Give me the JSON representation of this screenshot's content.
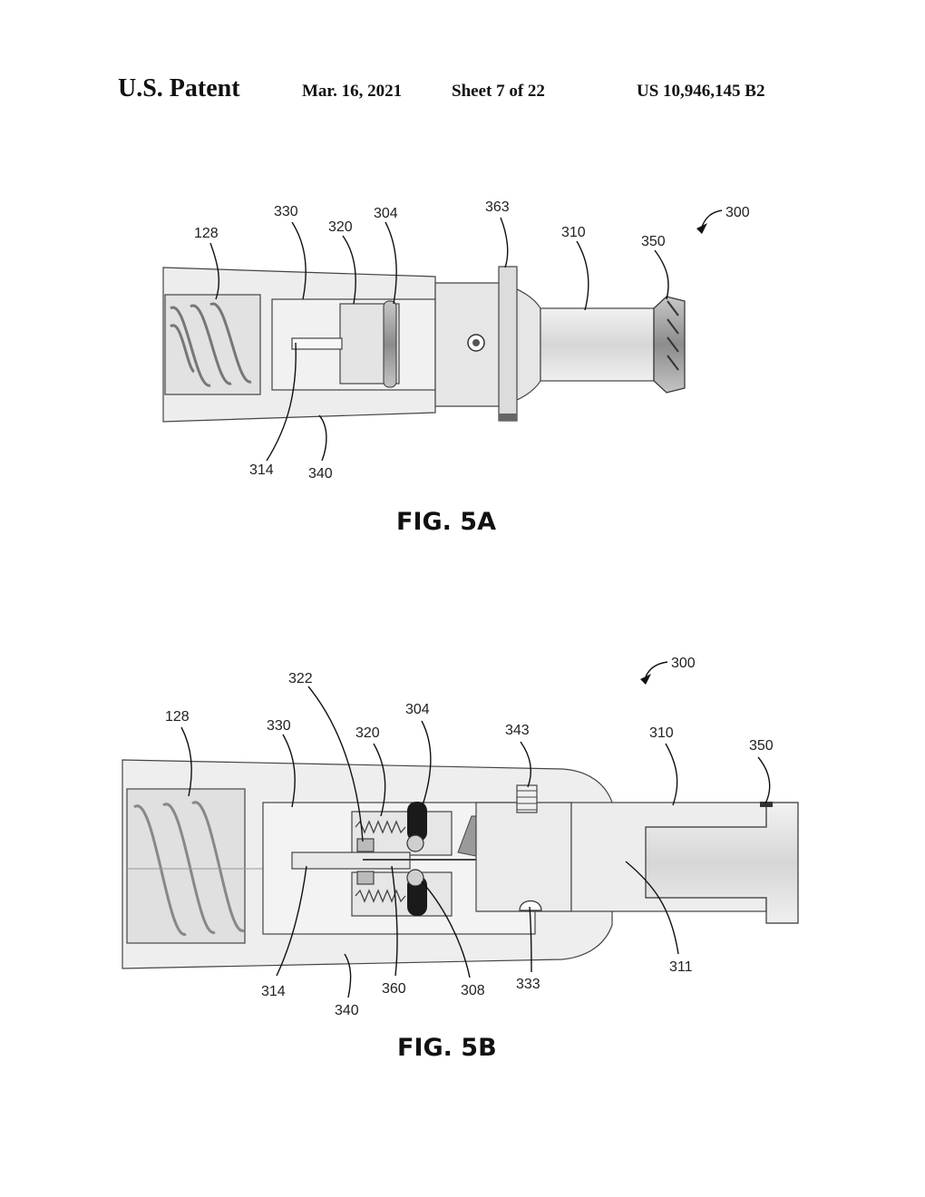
{
  "header": {
    "title": "U.S. Patent",
    "date": "Mar. 16, 2021",
    "sheet": "Sheet 7 of 22",
    "patent_number": "US 10,946,145 B2"
  },
  "fig_5a": {
    "caption": "FIG. 5A",
    "labels": {
      "l300": "300",
      "l128": "128",
      "l330": "330",
      "l320": "320",
      "l304": "304",
      "l363": "363",
      "l310": "310",
      "l350": "350",
      "l314": "314",
      "l340": "340"
    }
  },
  "fig_5b": {
    "caption": "FIG. 5B",
    "labels": {
      "l300": "300",
      "l322": "322",
      "l128": "128",
      "l330": "330",
      "l320": "320",
      "l304": "304",
      "l343": "343",
      "l310": "310",
      "l350": "350",
      "l311": "311",
      "l314": "314",
      "l360": "360",
      "l308": "308",
      "l333": "333",
      "l340": "340"
    }
  },
  "colors": {
    "body_fill": "#eeeeee",
    "shaded_fill": "#d9d9d9",
    "dark_fill": "#9a9a9a",
    "seal_fill": "#1a1a1a"
  }
}
